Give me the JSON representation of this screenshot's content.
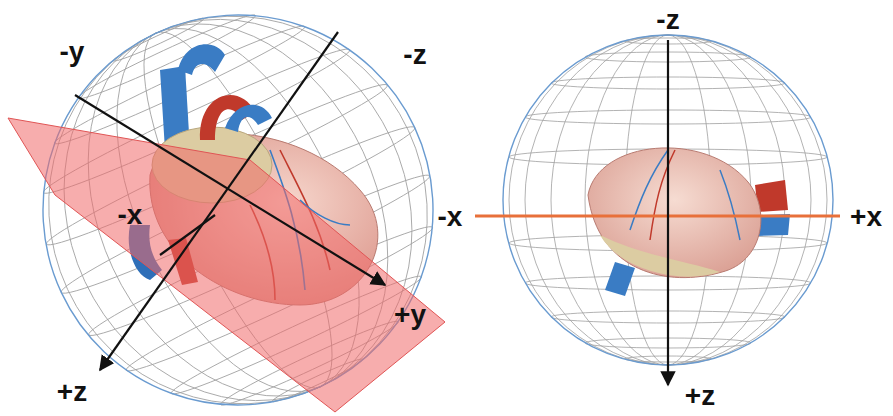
{
  "diagram": {
    "labels": [
      "-y",
      "-z",
      "-x",
      "+z",
      "+y",
      "-z",
      "-x",
      "+x",
      "+z"
    ]
  }
}
